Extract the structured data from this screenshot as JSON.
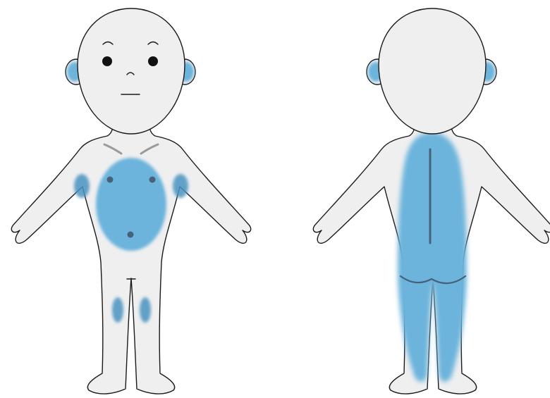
{
  "figure": {
    "views": [
      {
        "id": "front",
        "label": ""
      },
      {
        "id": "back",
        "label": ""
      }
    ],
    "colors": {
      "skin": "#efeff0",
      "outline": "#1a1a1a",
      "highlight": "#6cb4dc",
      "highlight_edge": "#4a93c0",
      "clavicle": "#9a9a9a",
      "marker": "#46627a"
    },
    "highlighted_regions": {
      "front": [
        "ear-left",
        "ear-right",
        "armpit-left",
        "armpit-right",
        "chest",
        "thigh-left",
        "thigh-right"
      ],
      "back": [
        "ear-left",
        "ear-right",
        "back",
        "buttocks",
        "leg-left",
        "leg-right"
      ]
    }
  }
}
